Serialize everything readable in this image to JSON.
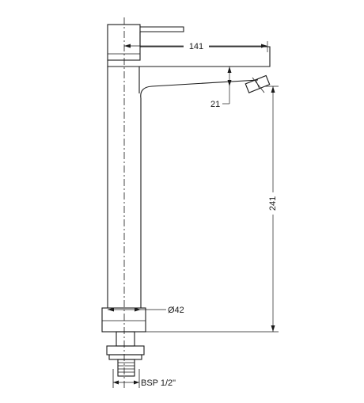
{
  "dimensions": {
    "spout_reach": "141",
    "spout_height": "21",
    "outlet_height": "241",
    "body_diameter": "Ø42",
    "connection_thread": "BSP 1/2\""
  }
}
